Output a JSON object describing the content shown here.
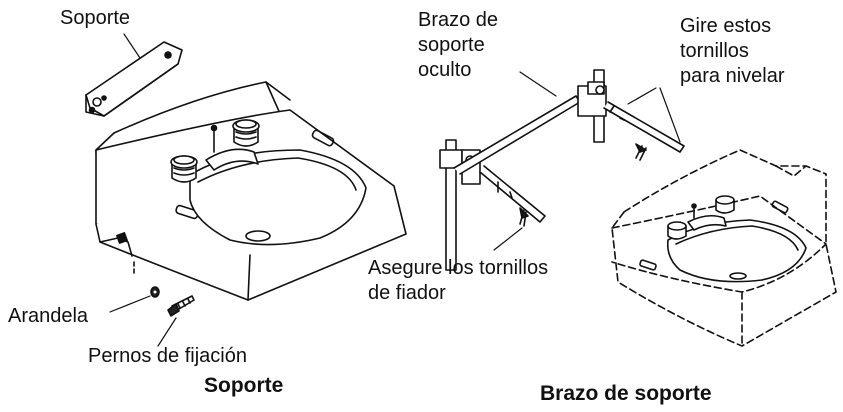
{
  "labels": {
    "soporte": "Soporte",
    "arandela": "Arandela",
    "pernos": "Pernos de fijación",
    "brazo_oculto": [
      "Brazo de",
      "soporte",
      "oculto"
    ],
    "gire": [
      "Gire estos",
      "tornillos",
      "para nivelar"
    ],
    "asegure": [
      "Asegure los tornillos",
      "de fiador"
    ]
  },
  "captions": {
    "left": "Soporte",
    "right": "Brazo de soporte"
  },
  "colors": {
    "line": "#111111",
    "fill": "#ffffff",
    "dark": "#222222"
  }
}
